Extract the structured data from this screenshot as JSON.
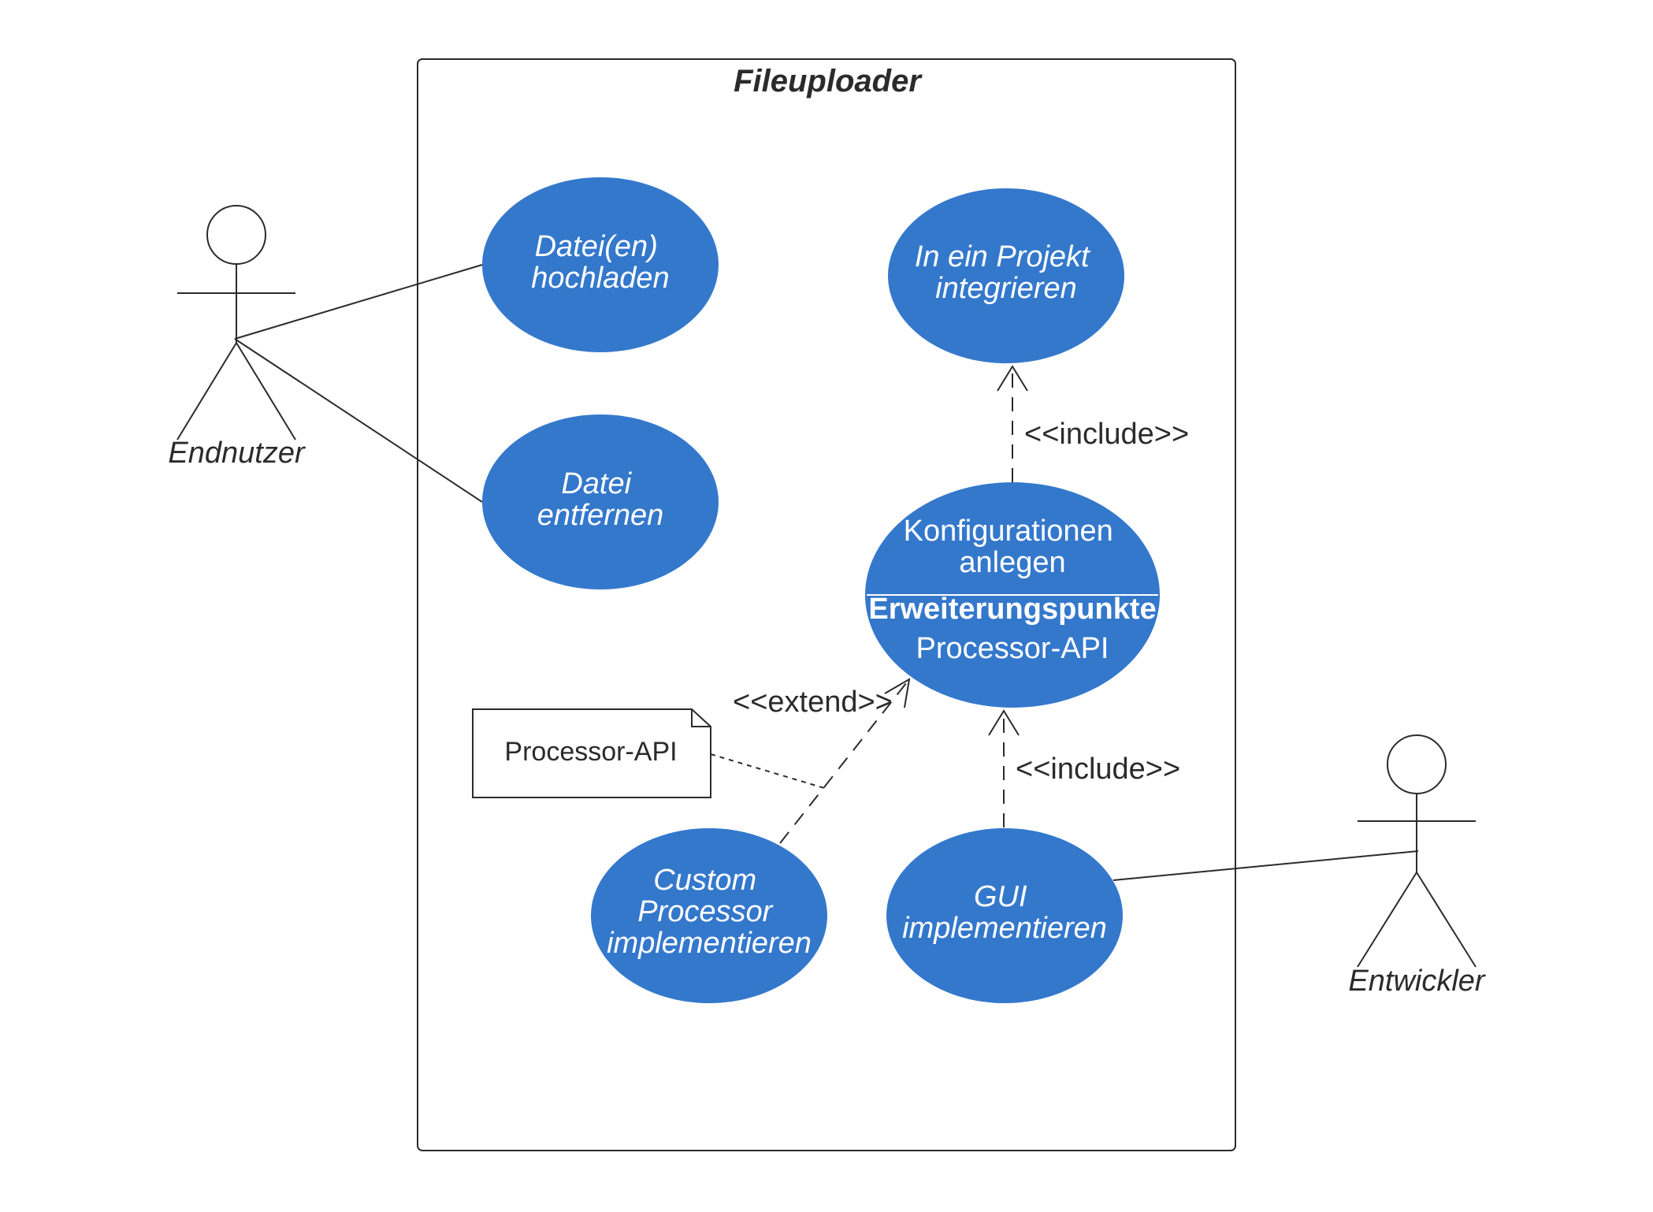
{
  "system": {
    "title": "Fileuploader"
  },
  "actors": {
    "endnutzer": "Endnutzer",
    "entwickler": "Entwickler"
  },
  "use_cases": {
    "hochladen": [
      "Datei(en)",
      "hochladen"
    ],
    "entfernen": [
      "Datei",
      "entfernen"
    ],
    "integrieren": [
      "In ein Projekt",
      "integrieren"
    ],
    "konfiguration": {
      "name": [
        "Konfigurationen",
        "anlegen"
      ],
      "extension_points_header": "Erweiterungspunkte",
      "extension_point": "Processor-API"
    },
    "custom_processor": [
      "Custom",
      "Processor",
      "implementieren"
    ],
    "gui": [
      "GUI",
      "implementieren"
    ]
  },
  "relations": {
    "include_top": "<<include>>",
    "include_bottom": "<<include>>",
    "extend": "<<extend>>"
  },
  "note": {
    "text": "Processor-API"
  },
  "colors": {
    "use_case_fill": "#3478cc",
    "line": "#2b2b2b",
    "background": "#ffffff"
  }
}
